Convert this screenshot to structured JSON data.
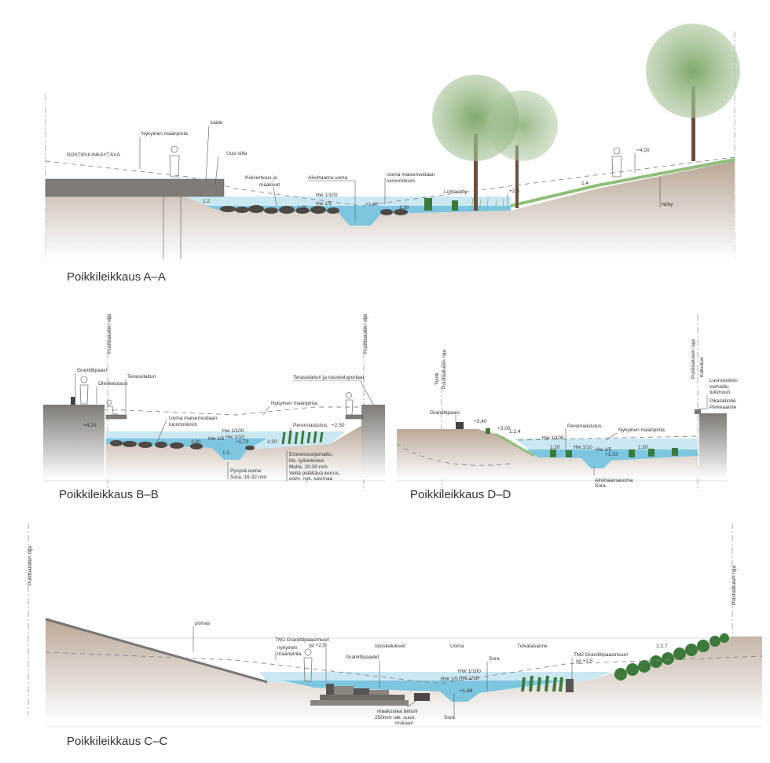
{
  "sections": {
    "aa": {
      "caption": "Poikkileikkaus A–A",
      "labels": [
        "POSTIPUUNKÄYTÄVÄ",
        "Nykyinen maanpinta",
        "kaide",
        "Uusi silta",
        "Kiviverhous ja",
        "maakivet",
        "Alivirtaama uoma",
        "Uoma maisemoidaan",
        "luonnonkivin",
        "Hw 1/100",
        "Hw 1/5",
        "1:20",
        "+1,80",
        "1:20",
        "Luhtaniitty",
        "+2,5",
        "1:4",
        "+4,00",
        "Niitty",
        "1:2"
      ]
    },
    "bb": {
      "caption": "Poikkileikkaus B–B",
      "labels": [
        "Puistoalueen raja",
        "Graniittipaasi",
        "Oleskelutaso",
        "Terassilaituri",
        "Terassilaituri ja istuskeluportaat",
        "Nykyinen maanpinta",
        "+4,20",
        "Uoma maisemoidaan",
        "luonnonkivin",
        "Perennaistutus",
        "+2,50",
        "Hw 1/100",
        "Hw 1/5",
        "Hw 1/10",
        "1:20",
        "+1,73",
        "1:20",
        "1:2",
        "Eroosiosuojamatto,",
        "kts. työselostus",
        "Multa, 20-30 mm",
        "Vettä pidättävä kerros,",
        "esim. nyk. savimaa",
        "Pysyvä uoma",
        "Sora, 16-32 mm",
        "Puistoalueen raja"
      ]
    },
    "dd": {
      "caption": "Poikkileikkaus D–D",
      "labels": [
        "Tontti",
        "Puistoalueen raja",
        "Graniittipaasi",
        "+3,40",
        "+3,00",
        "1:2,4",
        "Perennaistutus",
        "Nykyinen maanpinta",
        "Hw 1/100",
        "1:20",
        "Hw 1/10",
        "Hw 1/5",
        "+1,03",
        "1:20",
        "Alivirtaamauoma",
        "Sora",
        "Puistoalueen raja",
        "Katualue",
        "Luonnonkivi-",
        "verhoiltu",
        "tukimuuri",
        "Pikaraitiotie",
        "Perkkaantie"
      ]
    },
    "cc": {
      "caption": "Poikkileikkaus C–C",
      "labels": [
        "Puistoalueen raja",
        "pomas",
        "TM1 Graniittipaasimuuri",
        "yp +2,5",
        "nykyinen",
        "maanpinta",
        "Istuskelukivet",
        "Uoma",
        "Tulvatasanne",
        "Graniittipaadet",
        "Sora",
        "TM2 Graniittipaasimuuri",
        "yp +2,5",
        "1:2,7",
        "HW 1/100",
        "RW 1/5",
        "HW 1/10",
        "+1,46",
        "maakostea betoni",
        "250mm rak. suun.",
        "mukaan",
        "Sora",
        "Puistoalueen raja"
      ]
    }
  },
  "colors": {
    "water_light": "#cbe8f2",
    "water_deep": "#7cc6e0",
    "ground": "#c4b4a4",
    "wall": "#807b76",
    "tree": "#7fa86a",
    "bush": "#3c7a3c"
  }
}
